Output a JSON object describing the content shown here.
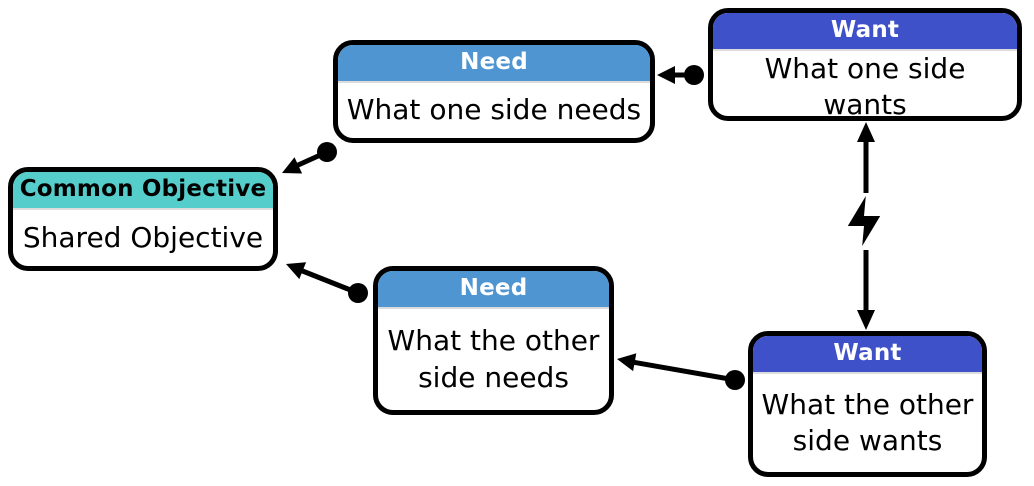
{
  "diagram": {
    "type": "flowchart",
    "nodes": {
      "want_one": {
        "header": "Want",
        "body": "What one side wants"
      },
      "need_one": {
        "header": "Need",
        "body": "What one side needs"
      },
      "common_objective": {
        "header": "Common Objective",
        "body": "Shared Objective"
      },
      "need_other": {
        "header": "Need",
        "body": "What the other side needs"
      },
      "want_other": {
        "header": "Want",
        "body": "What the other side wants"
      }
    },
    "edges": [
      {
        "from": "want_one",
        "to": "need_one",
        "start": "dot",
        "end": "arrow"
      },
      {
        "from": "need_one",
        "to": "common_objective",
        "start": "dot",
        "end": "arrow"
      },
      {
        "from": "need_other",
        "to": "common_objective",
        "start": "dot",
        "end": "arrow"
      },
      {
        "from": "want_other",
        "to": "need_other",
        "start": "dot",
        "end": "arrow"
      },
      {
        "from": "want_one",
        "to": "want_other",
        "type": "conflict",
        "symbol": "lightning-bolt",
        "ends": "double-arrow"
      }
    ],
    "colors": {
      "want_header": "#3E51C9",
      "want_header_text": "#FFFFFF",
      "need_header": "#4E95D2",
      "need_header_text": "#FFFFFF",
      "common_header": "#55CDCB",
      "common_header_text": "#000000",
      "node_background": "#FFFFFF",
      "border": "#000000",
      "line": "#000000"
    }
  }
}
